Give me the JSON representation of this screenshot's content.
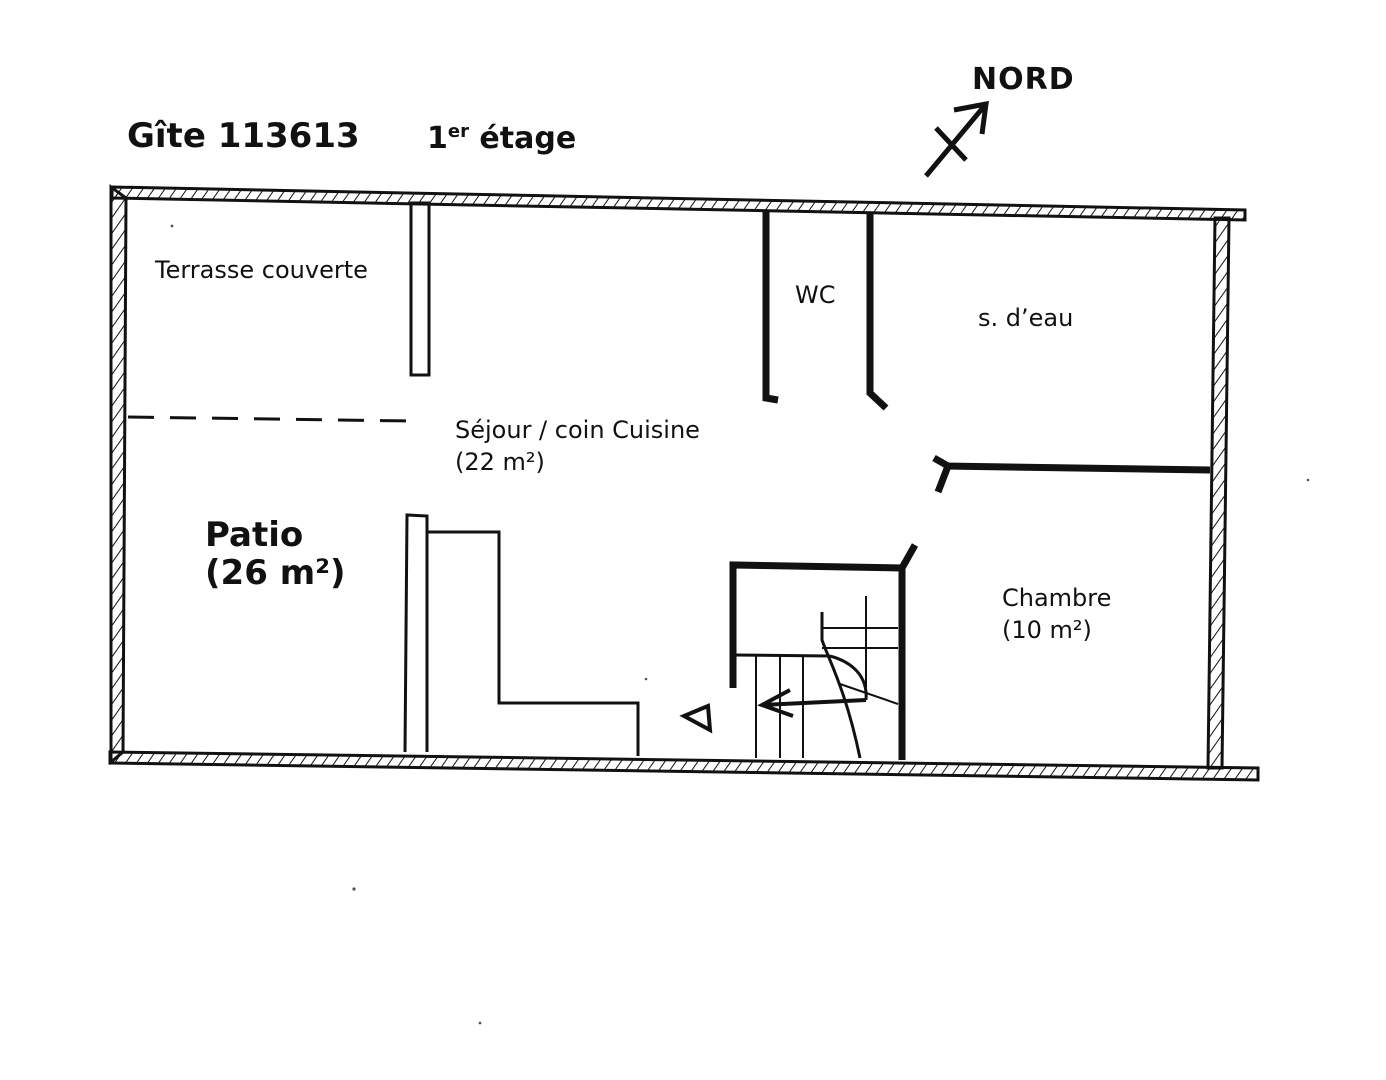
{
  "header": {
    "title": "Gîte 113613",
    "floor_number": "1",
    "floor_suffix": "er",
    "floor_word": "étage",
    "north_label": "NORD"
  },
  "rooms": {
    "terrasse": {
      "label": "Terrasse couverte"
    },
    "wc": {
      "label": "WC"
    },
    "salle_eau": {
      "label": "s. d’eau"
    },
    "sejour": {
      "label": "Séjour / coin Cuisine",
      "area": "(22 m²)"
    },
    "patio": {
      "label": "Patio",
      "area": "(26 m²)"
    },
    "chambre": {
      "label": "Chambre",
      "area": "(10 m²)"
    }
  },
  "colors": {
    "ink": "#111111",
    "paper": "#ffffff"
  }
}
